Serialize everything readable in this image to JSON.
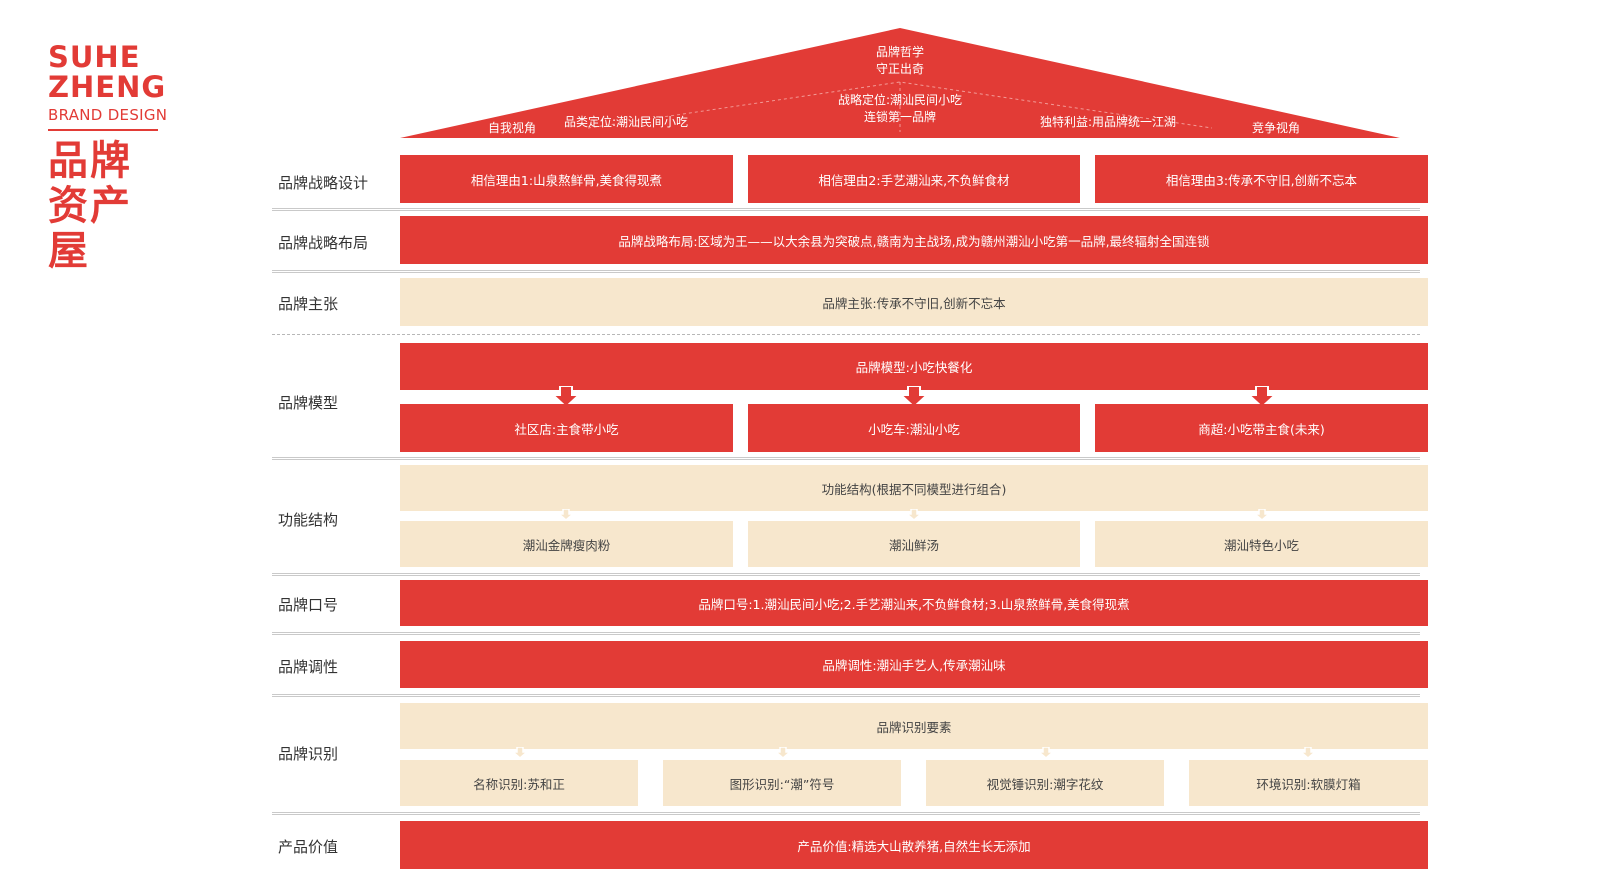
{
  "brand": {
    "name_line1": "SUHE",
    "name_line2": "ZHENG",
    "subtitle": "BRAND DESIGN",
    "title": "品牌资产屋"
  },
  "roof": {
    "philosophy_title": "品牌哲学",
    "philosophy": "守正出奇",
    "strategic_position_line1": "战略定位:潮汕民间小吃",
    "strategic_position_line2": "连锁第一品牌",
    "self_view": "自我视角",
    "category_position": "品类定位:潮汕民间小吃",
    "unique_benefit": "独特利益:用品牌统一江湖",
    "competitor_view": "竞争视角"
  },
  "rows": {
    "strategy_design": {
      "label": "品牌战略设计",
      "items": [
        "相信理由1:山泉熬鲜骨,美食得现煮",
        "相信理由2:手艺潮汕来,不负鲜食材",
        "相信理由3:传承不守旧,创新不忘本"
      ]
    },
    "strategy_layout": {
      "label": "品牌战略布局",
      "text": "品牌战略布局:区域为王——以大余县为突破点,赣南为主战场,成为赣州潮汕小吃第一品牌,最终辐射全国连锁"
    },
    "proposition": {
      "label": "品牌主张",
      "text": "品牌主张:传承不守旧,创新不忘本"
    },
    "model": {
      "label": "品牌模型",
      "top": "品牌模型:小吃快餐化",
      "items": [
        "社区店:主食带小吃",
        "小吃车:潮汕小吃",
        "商超:小吃带主食(未来)"
      ]
    },
    "function": {
      "label": "功能结构",
      "top": "功能结构(根据不同模型进行组合)",
      "items": [
        "潮汕金牌瘦肉粉",
        "潮汕鲜汤",
        "潮汕特色小吃"
      ]
    },
    "slogan": {
      "label": "品牌口号",
      "text": "品牌口号:1.潮汕民间小吃;2.手艺潮汕来,不负鲜食材;3.山泉熬鲜骨,美食得现煮"
    },
    "tone": {
      "label": "品牌调性",
      "text": "品牌调性:潮汕手艺人,传承潮汕味"
    },
    "identity": {
      "label": "品牌识别",
      "top": "品牌识别要素",
      "items": [
        "名称识别:苏和正",
        "图形识别:“潮”符号",
        "视觉锤识别:潮字花纹",
        "环境识别:软膜灯箱"
      ]
    },
    "product_value": {
      "label": "产品价值",
      "text": "产品价值:精选大山散养猪,自然生长无添加"
    }
  },
  "colors": {
    "red": "#e23b36",
    "beige": "#f7e7cd",
    "label_text": "#333333"
  }
}
